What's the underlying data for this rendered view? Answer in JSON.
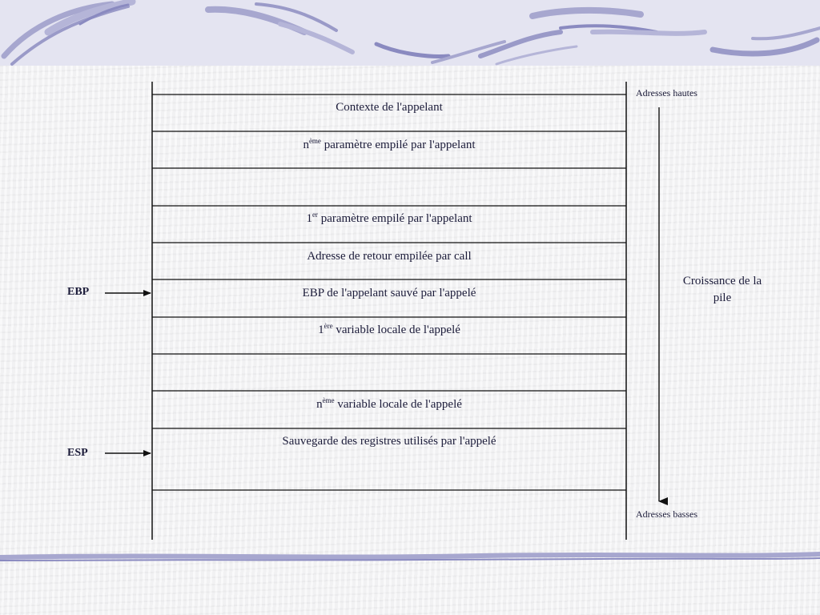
{
  "stack": {
    "rows": [
      {
        "base": "Contexte de l'appelant",
        "sup": "",
        "rest": ""
      },
      {
        "base": "n",
        "sup": "ème",
        "rest": " paramètre empilé par l'appelant"
      },
      {
        "base": "",
        "sup": "",
        "rest": ""
      },
      {
        "base": "1",
        "sup": "er",
        "rest": " paramètre empilé par l'appelant"
      },
      {
        "base": "Adresse de retour empilée par call",
        "sup": "",
        "rest": ""
      },
      {
        "base": "EBP de l'appelant sauvé par l'appelé",
        "sup": "",
        "rest": ""
      },
      {
        "base": "1",
        "sup": "ère",
        "rest": " variable locale de l'appelé"
      },
      {
        "base": "",
        "sup": "",
        "rest": ""
      },
      {
        "base": "n",
        "sup": "ème",
        "rest": " variable locale de l'appelé"
      },
      {
        "base": "Sauvegarde des registres utilisés par l'appelé",
        "sup": "",
        "rest": ""
      }
    ]
  },
  "labels": {
    "high_addresses": "Adresses hautes",
    "low_addresses": "Adresses basses",
    "growth_line1": "Croissance de la",
    "growth_line2": "pile"
  },
  "pointers": {
    "ebp": "EBP",
    "esp": "ESP"
  },
  "theme": {
    "text_color": "#1c1c3a",
    "line_color": "#111111",
    "band_stroke": "#a7a7cf",
    "band_stroke_dark": "#8a8ac0"
  }
}
